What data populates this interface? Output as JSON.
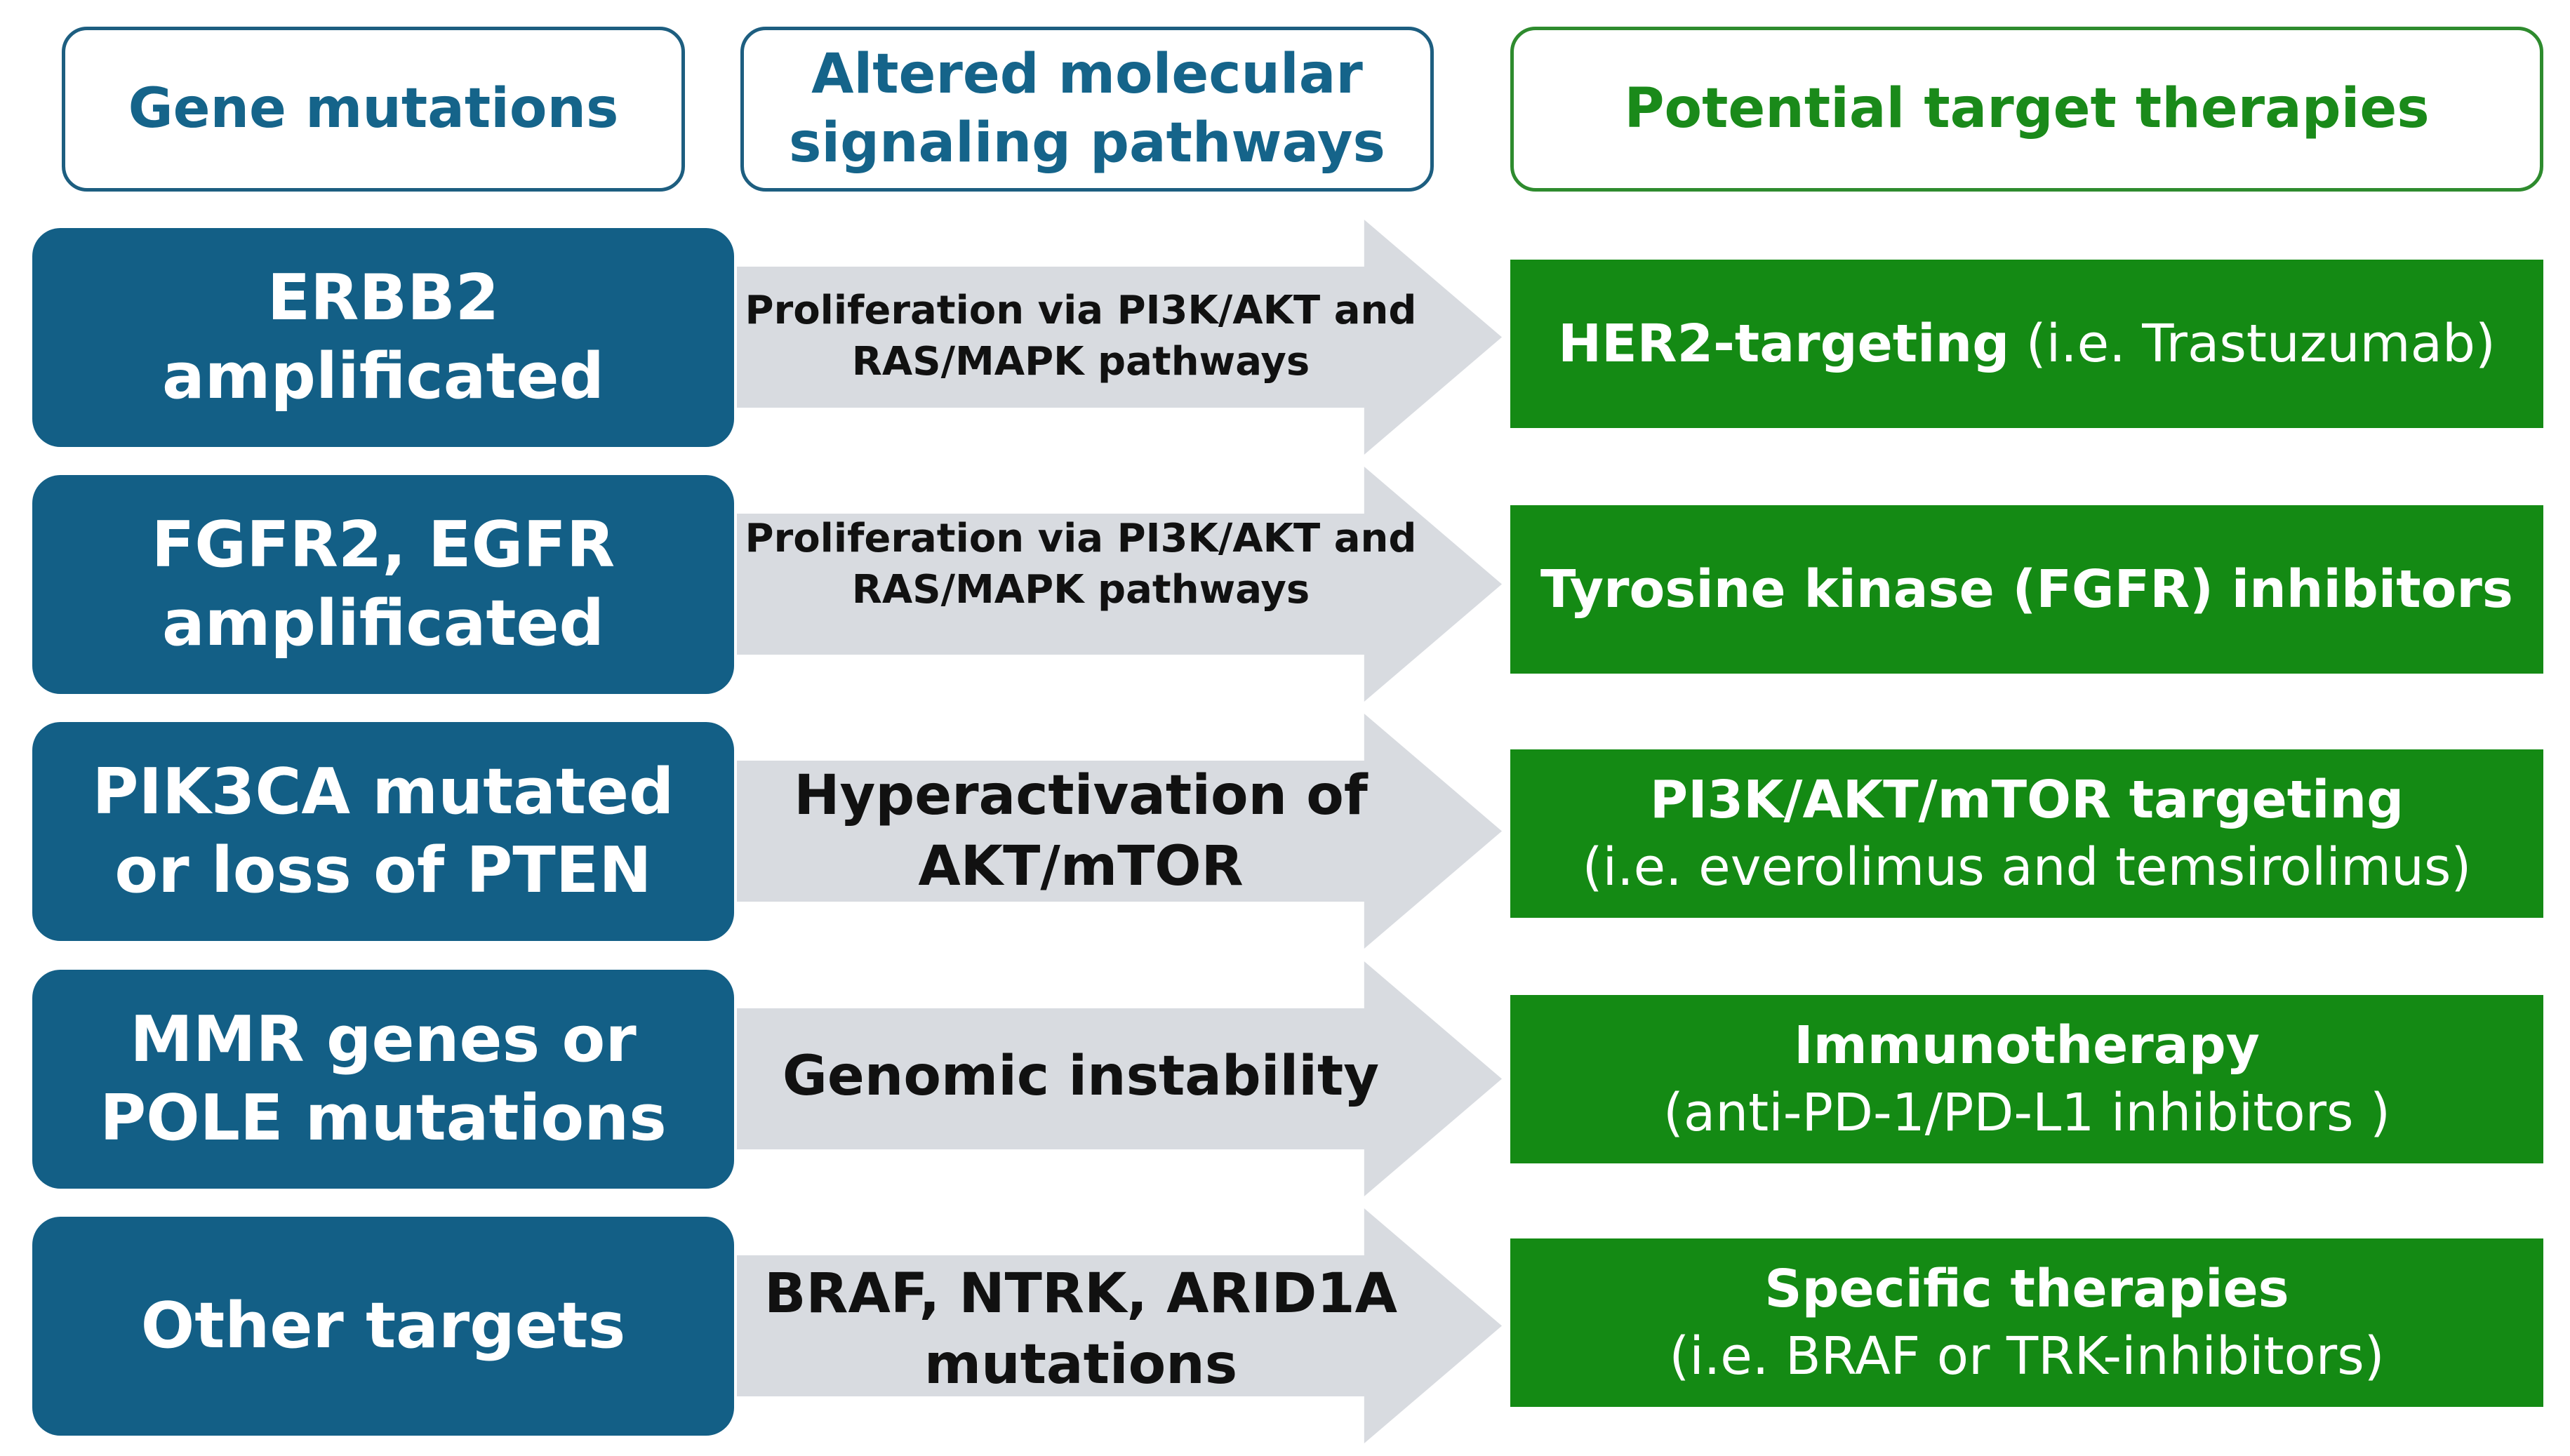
{
  "headers": {
    "gene": "Gene mutations",
    "pathways": "Altered molecular signaling pathways",
    "therapies": "Potential target therapies"
  },
  "rows": [
    {
      "gene": "ERBB2 amplificated",
      "pathway": "Proliferation via PI3K/AKT and RAS/MAPK pathways",
      "therapy_main": "HER2-targeting",
      "therapy_detail": " (i.e. Trastuzumab)"
    },
    {
      "gene": "FGFR2, EGFR amplificated",
      "pathway": "Proliferation via PI3K/AKT and RAS/MAPK pathways",
      "therapy_main": "Tyrosine kinase (FGFR) inhibitors",
      "therapy_detail": ""
    },
    {
      "gene": "PIK3CA mutated or loss of PTEN",
      "pathway": "Hyperactivation of AKT/mTOR",
      "therapy_main": "PI3K/AKT/mTOR targeting",
      "therapy_detail": "(i.e. everolimus and temsirolimus)"
    },
    {
      "gene": "MMR genes or POLE mutations",
      "pathway": "Genomic instability",
      "therapy_main": "Immunotherapy",
      "therapy_detail": "(anti-PD-1/PD-L1 inhibitors )"
    },
    {
      "gene": "Other targets",
      "pathway": "BRAF, NTRK, ARID1A mutations",
      "therapy_main": "Specific therapies",
      "therapy_detail": "(i.e. BRAF or TRK-inhibitors)"
    }
  ],
  "colors": {
    "gene_box": "#135f86",
    "arrow": "#d8dbe0",
    "therapy_box": "#148a14",
    "header_blue": "#15648a",
    "header_green": "#1a8a1a"
  }
}
